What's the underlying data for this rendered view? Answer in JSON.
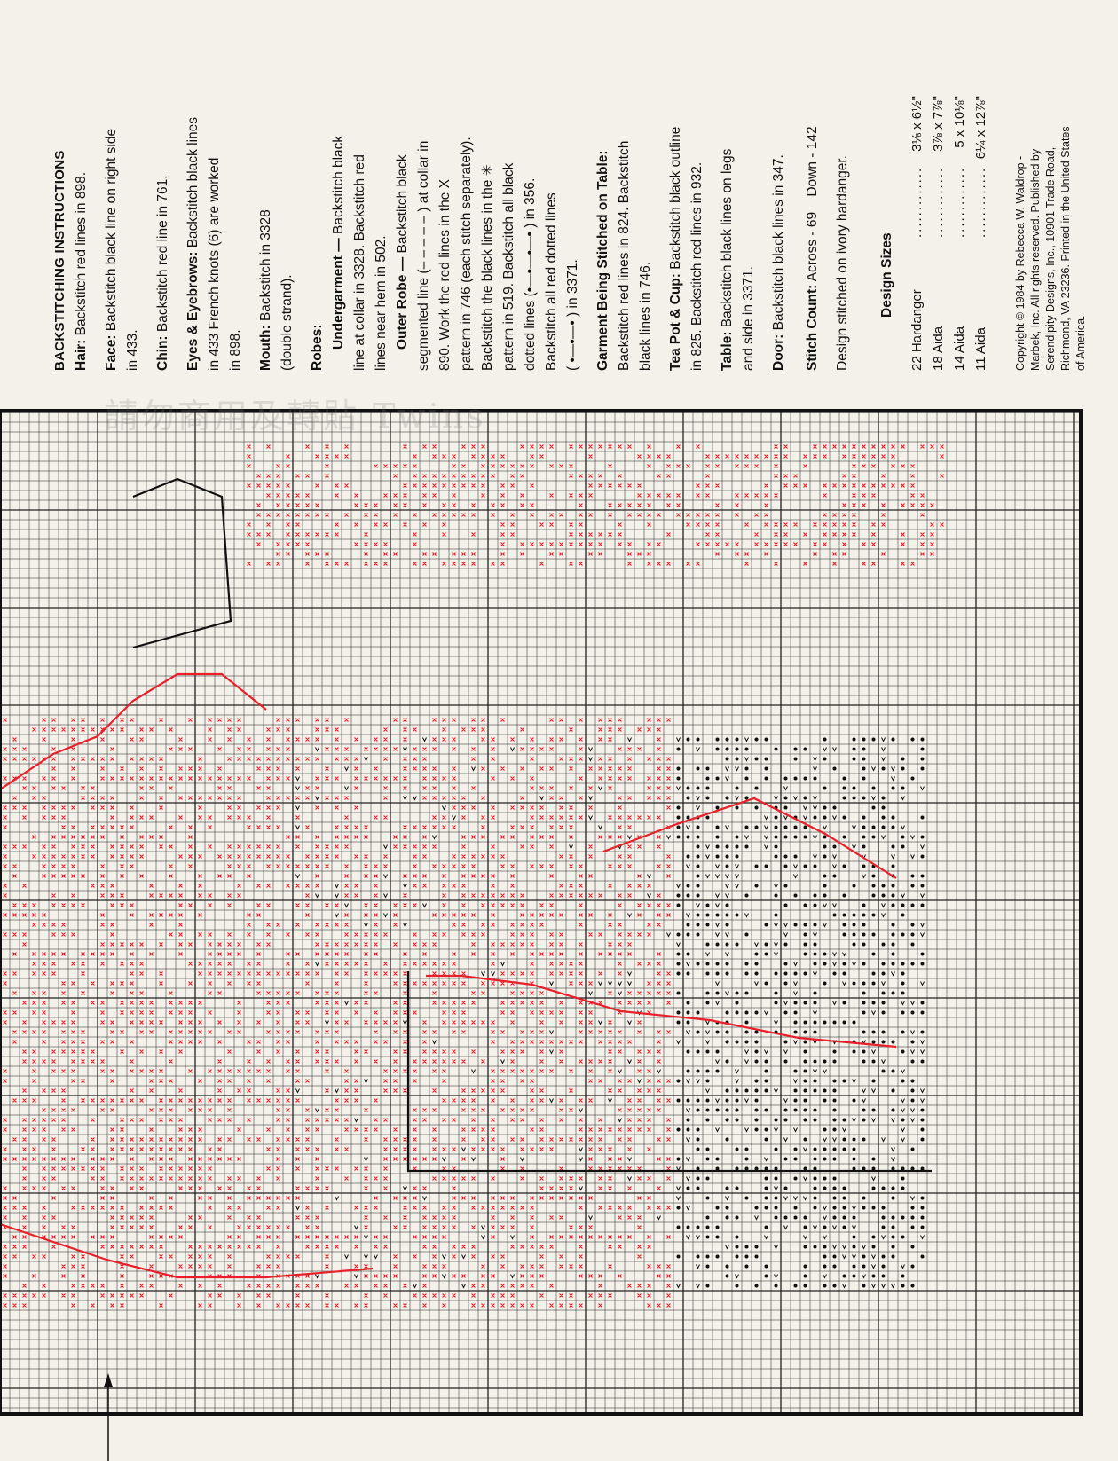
{
  "instructions": {
    "title": "BACKSTITCHING INSTRUCTIONS",
    "hair": {
      "label": "Hair:",
      "text": " Backstitch red lines in 898."
    },
    "face": {
      "label": "Face:",
      "line1": " Backstitch black line on right side",
      "line2": "in 433."
    },
    "chin": {
      "label": "Chin:",
      "text": " Backstitch red line in 761."
    },
    "eyes": {
      "label": "Eyes & Eyebrows:",
      "line1": " Backstitch black lines",
      "line2": "in 433 French knots (6) are worked",
      "line3": "in 898."
    },
    "mouth": {
      "label": "Mouth:",
      "line1": " Backstitch in 3328",
      "line2": "(double strand)."
    },
    "robes": {
      "label": "Robes:"
    },
    "undergarment": {
      "label": "Undergarment —",
      "line1": " Backstitch black",
      "line2": "line at collar in 3328. Backstitch red",
      "line3": "lines near hem in 502."
    },
    "outer_robe": {
      "label": "Outer Robe —",
      "line1": " Backstitch black",
      "line2": "segmented line (– – – – – ) at collar in",
      "line3": "890. Work the red lines in the X",
      "line4": "pattern in 746 (each stitch separately).",
      "line5": "Backstitch the black lines in the ✳",
      "line6": "pattern in 519. Backstitch all black",
      "line7": "dotted lines (•—•—•—• ) in 356.",
      "line8": "Backstitch all red dotted lines",
      "line9": "( •—•—• ) in 3371."
    },
    "garment_table": {
      "label": "Garment Being Stitched on Table:",
      "line1": "Backstitch red lines in 824. Backstitch",
      "line2": "black lines in 746."
    },
    "teapot": {
      "label": "Tea Pot & Cup:",
      "line1": " Backstitch black outline",
      "line2": "in 825. Backstitch red lines in 932."
    },
    "table": {
      "label": "Table:",
      "line1": " Backstitch black lines on legs",
      "line2": "and side in 3371."
    },
    "door": {
      "label": "Door:",
      "text": " Backstitch black lines in 347."
    },
    "stitch_count": {
      "label": "Stitch Count:",
      "text": " Across - 69    Down - 142"
    },
    "fabric": "Design stitched on ivory hardanger."
  },
  "design_sizes": {
    "title": "Design Sizes",
    "rows": [
      {
        "fabric": "22 Hardanger",
        "size": "3⅛ x 6½\""
      },
      {
        "fabric": "18 Aida",
        "size": "3⅞ x 7⅞\""
      },
      {
        "fabric": "14 Aida",
        "size": "5 x 10⅛\""
      },
      {
        "fabric": "11 Aida",
        "size": "6¼ x 12⅞\""
      }
    ],
    "dots": "..........................................."
  },
  "copyright": {
    "line1": "Copyright © 1984 by Rebecca W. Waldrop -",
    "line2": "Marbek, Inc. All rights reserved. Published by",
    "line3": "Serendipity Designs, Inc., 10901 Trade Road,",
    "line4": "Richmond, VA 23236. Printed in the United States",
    "line5": "of America."
  },
  "watermark": "請勿商用及轉貼 Twins",
  "colors": {
    "paper": "#f4f1ea",
    "grid": "#222222",
    "red": "#e8202a",
    "black": "#111111"
  }
}
